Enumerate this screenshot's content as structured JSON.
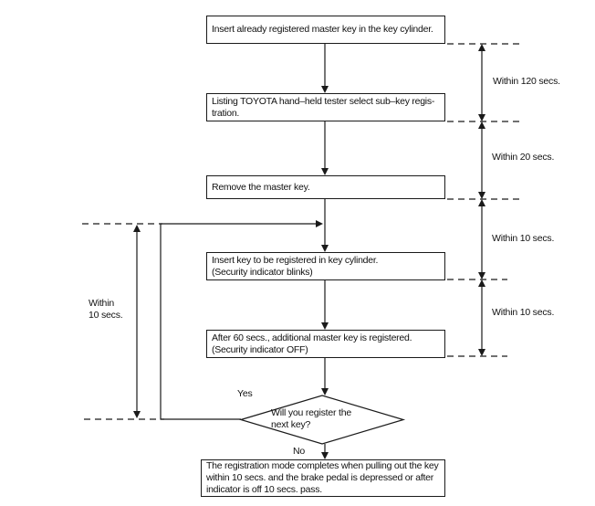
{
  "diagram_type": "flowchart",
  "nodes": {
    "step1": {
      "lines": [
        "Insert already registered master key in the key cylinder."
      ]
    },
    "step2": {
      "lines": [
        "Listing TOYOTA hand–held tester select sub–key regis-",
        "tration."
      ]
    },
    "step3": {
      "lines": [
        "Remove the master key."
      ]
    },
    "step4": {
      "lines": [
        "Insert key to be registered in key cylinder.",
        "(Security indicator blinks)"
      ]
    },
    "step5": {
      "lines": [
        "After 60 secs., additional master key is registered.",
        "(Security indicator OFF)"
      ]
    },
    "decision": {
      "lines": [
        "Will you register the",
        "next key?"
      ]
    },
    "final": {
      "lines": [
        "The registration mode completes when pulling out the key",
        "within 10 secs. and the brake pedal is depressed or after",
        "indicator is off 10 secs. pass."
      ]
    }
  },
  "branch_labels": {
    "yes": "Yes",
    "no": "No"
  },
  "timing": {
    "right_labels": [
      "Within 120 secs.",
      "Within 20 secs.",
      "Within 10 secs.",
      "Within 10 secs."
    ],
    "left_label_lines": [
      "Within",
      "10 secs."
    ]
  },
  "colors": {
    "line": "#1a1a1a",
    "background": "#ffffff",
    "box_background": "#ffffff"
  }
}
